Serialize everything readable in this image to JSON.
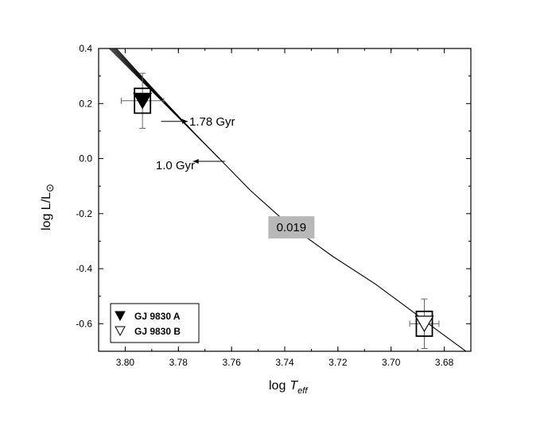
{
  "chart_data": {
    "type": "line",
    "xlabel_main": "log",
    "xlabel_italic": "T",
    "xlabel_sub": "eff",
    "ylabel_main": "log L/L",
    "ylabel_sym": "⊙",
    "xlim": [
      3.81,
      3.67
    ],
    "ylim": [
      -0.7,
      0.4
    ],
    "x_ticks": [
      3.8,
      3.78,
      3.76,
      3.74,
      3.72,
      3.7,
      3.68
    ],
    "x_tick_labels": [
      "3.80",
      "3.78",
      "3.76",
      "3.74",
      "3.72",
      "3.70",
      "3.68"
    ],
    "y_ticks": [
      0.4,
      0.2,
      0.0,
      -0.2,
      -0.4,
      -0.6
    ],
    "y_tick_labels": [
      "0.4",
      "0.2",
      "0.0",
      "-0.2",
      "-0.4",
      "-0.6"
    ],
    "grid": false,
    "isochrone_fan": {
      "bundle_start_y": [
        0.4,
        0.405,
        0.41,
        0.415,
        0.42,
        0.425,
        0.43
      ],
      "bundle_start_x": 3.806,
      "merge_point": [
        3.7646,
        0.0
      ],
      "common_track": [
        [
          3.7646,
          0.0
        ],
        [
          3.753,
          -0.115
        ],
        [
          3.742,
          -0.21
        ],
        [
          3.732,
          -0.285
        ],
        [
          3.722,
          -0.355
        ],
        [
          3.706,
          -0.455
        ],
        [
          3.692,
          -0.555
        ],
        [
          3.684,
          -0.614
        ],
        [
          3.67,
          -0.713
        ]
      ]
    },
    "stars": [
      {
        "name": "GJ 9830 A",
        "marker": "filled-triangle-down",
        "x": 3.7935,
        "y": 0.21,
        "xerr": 0.008,
        "yerr": 0.1,
        "box_dx": 0.003,
        "box_dy": 0.045
      },
      {
        "name": "GJ 9830 B",
        "marker": "open-triangle-down",
        "x": 3.6875,
        "y": -0.6,
        "xerr": 0.0055,
        "yerr": 0.09,
        "box_dx": 0.003,
        "box_dy": 0.045
      }
    ],
    "annotations": [
      {
        "id": "older",
        "text": "1.78 Gyr",
        "arrow_from": [
          3.7865,
          0.135
        ],
        "arrow_to": [
          3.7765,
          0.135
        ],
        "text_at": [
          3.7765,
          0.135
        ]
      },
      {
        "id": "younger",
        "text": "1.0 Gyr",
        "arrow_from": [
          3.7625,
          -0.01
        ],
        "arrow_to": [
          3.7745,
          -0.01
        ],
        "text_at": [
          3.7885,
          -0.01
        ]
      }
    ],
    "metallicity_label": {
      "text": "0.019",
      "x": 3.7375,
      "y": -0.247
    },
    "legend": {
      "placement": "bottom-left",
      "entries": [
        "GJ 9830 A",
        "GJ 9830 B"
      ]
    }
  }
}
